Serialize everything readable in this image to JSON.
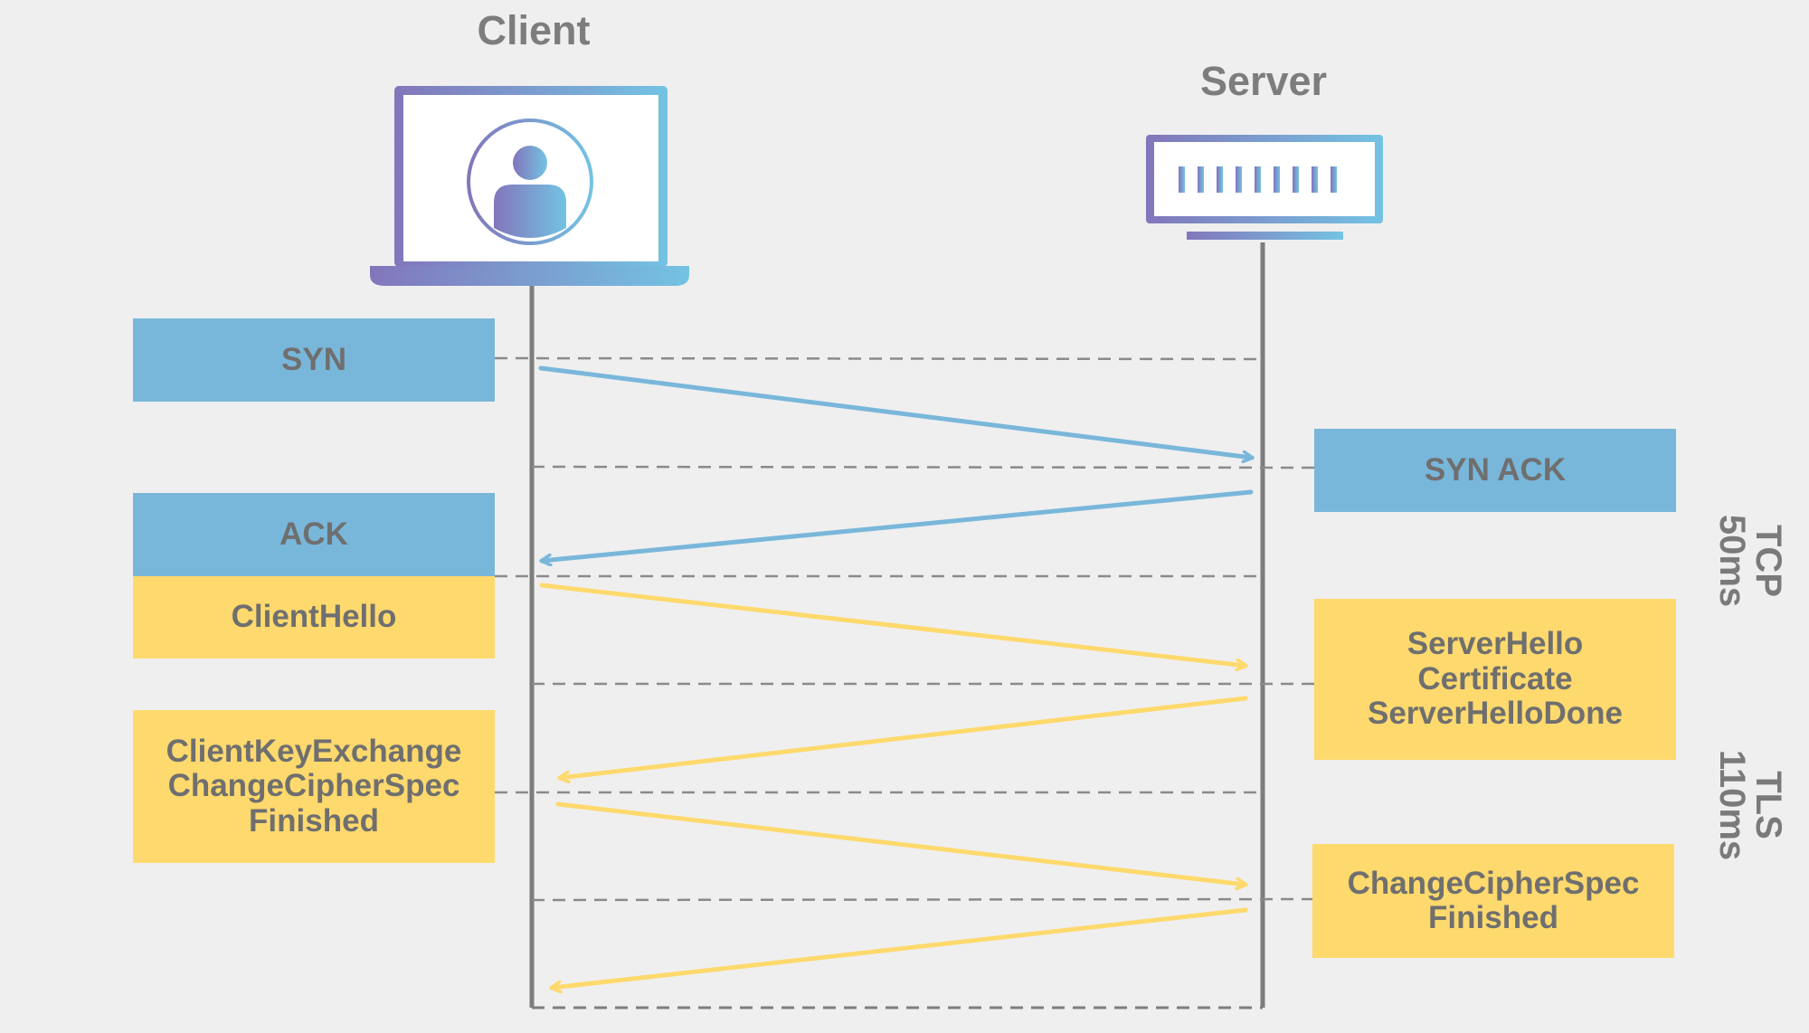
{
  "client": {
    "title": "Client"
  },
  "server": {
    "title": "Server"
  },
  "messages": {
    "syn": "SYN",
    "syn_ack": "SYN ACK",
    "ack": "ACK",
    "client_hello": "ClientHello",
    "server_hello": [
      "ServerHello",
      "Certificate",
      "ServerHelloDone"
    ],
    "client_key": [
      "ClientKeyExchange",
      "ChangeCipherSpec",
      "Finished"
    ],
    "server_finish": [
      "ChangeCipherSpec",
      "Finished"
    ]
  },
  "phases": {
    "tcp": [
      "TCP",
      "50ms"
    ],
    "tls": [
      "TLS",
      "110ms"
    ]
  },
  "colors": {
    "tcp_blue": "#79b7da",
    "tls_yellow": "#fed96d",
    "timeline_gray": "#7d7d7d",
    "device_purple": "#8276bb",
    "device_cyan": "#73c3e3"
  },
  "icons": {
    "client": "laptop-user-icon",
    "server": "server-rack-icon"
  }
}
